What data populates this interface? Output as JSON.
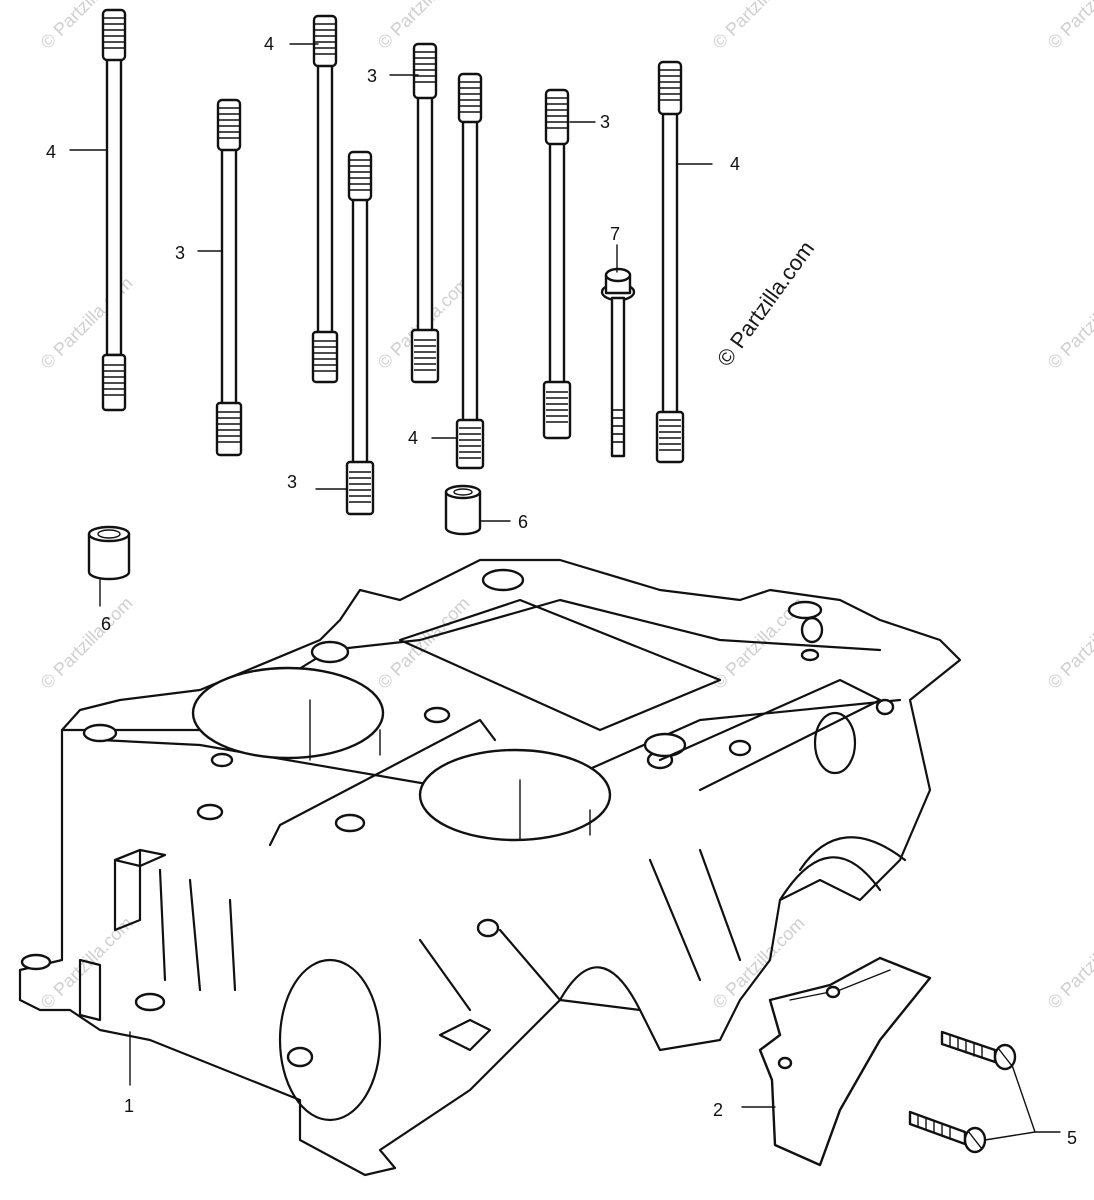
{
  "diagram": {
    "watermark": "© Partzilla.com",
    "callouts": {
      "c1": "1",
      "c2": "2",
      "c3a": "3",
      "c3b": "3",
      "c3c": "3",
      "c3d": "3",
      "c4a": "4",
      "c4b": "4",
      "c4c": "4",
      "c4d": "4",
      "c5": "5",
      "c6a": "6",
      "c6b": "6",
      "c7": "7"
    }
  }
}
